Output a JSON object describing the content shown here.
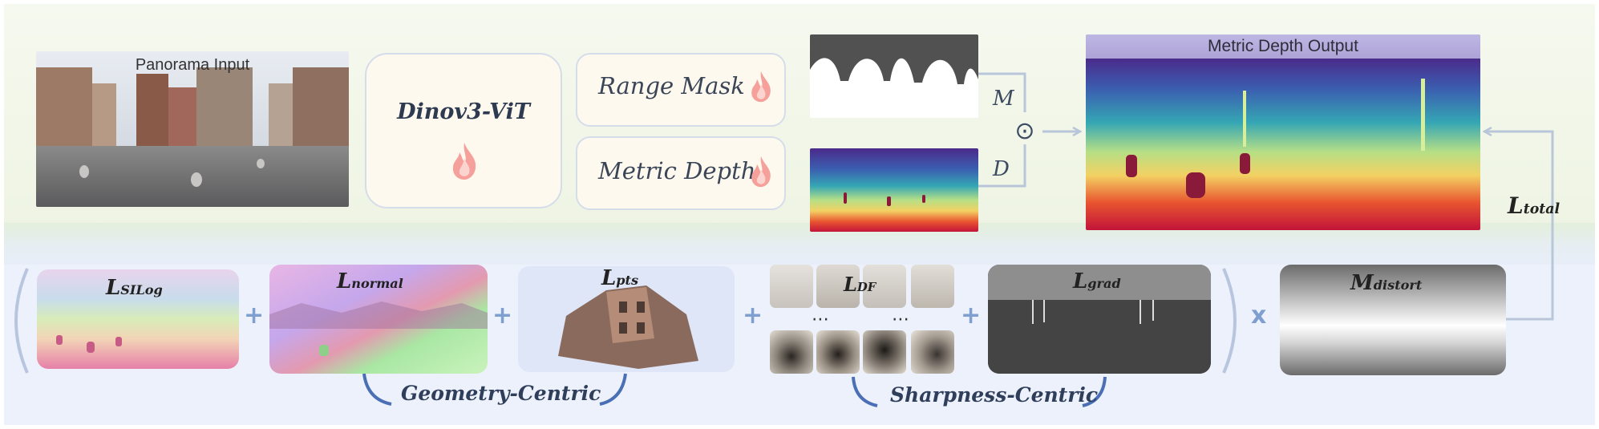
{
  "top": {
    "input_caption": "Panorama Input",
    "encoder": "Dinov3-ViT",
    "head_range": "Range Mask",
    "head_depth": "Metric Depth",
    "mask_symbol": "M",
    "depth_symbol": "D",
    "combine_symbol": "⊙",
    "output_caption": "Metric Depth Output"
  },
  "losses": {
    "silog_main": "L",
    "silog_sub": "SILog",
    "normal_main": "L",
    "normal_sub": "normal",
    "pts_main": "L",
    "pts_sub": "pts",
    "df_main": "L",
    "df_sub": "DF",
    "grad_main": "L",
    "grad_sub": "grad",
    "distort_main": "M",
    "distort_sub": "distort",
    "total_main": "L",
    "total_sub": "total",
    "plus": "+",
    "times": "x",
    "dots": "⋯"
  },
  "groups": {
    "geometry": "Geometry-Centric",
    "sharpness": "Sharpness-Centric"
  },
  "colors": {
    "accent_blue": "#4a6fb5",
    "connector": "#b9c6da",
    "fire": "#f07f79",
    "depth_far": "#4b2a8a",
    "depth_near": "#c2143a"
  }
}
